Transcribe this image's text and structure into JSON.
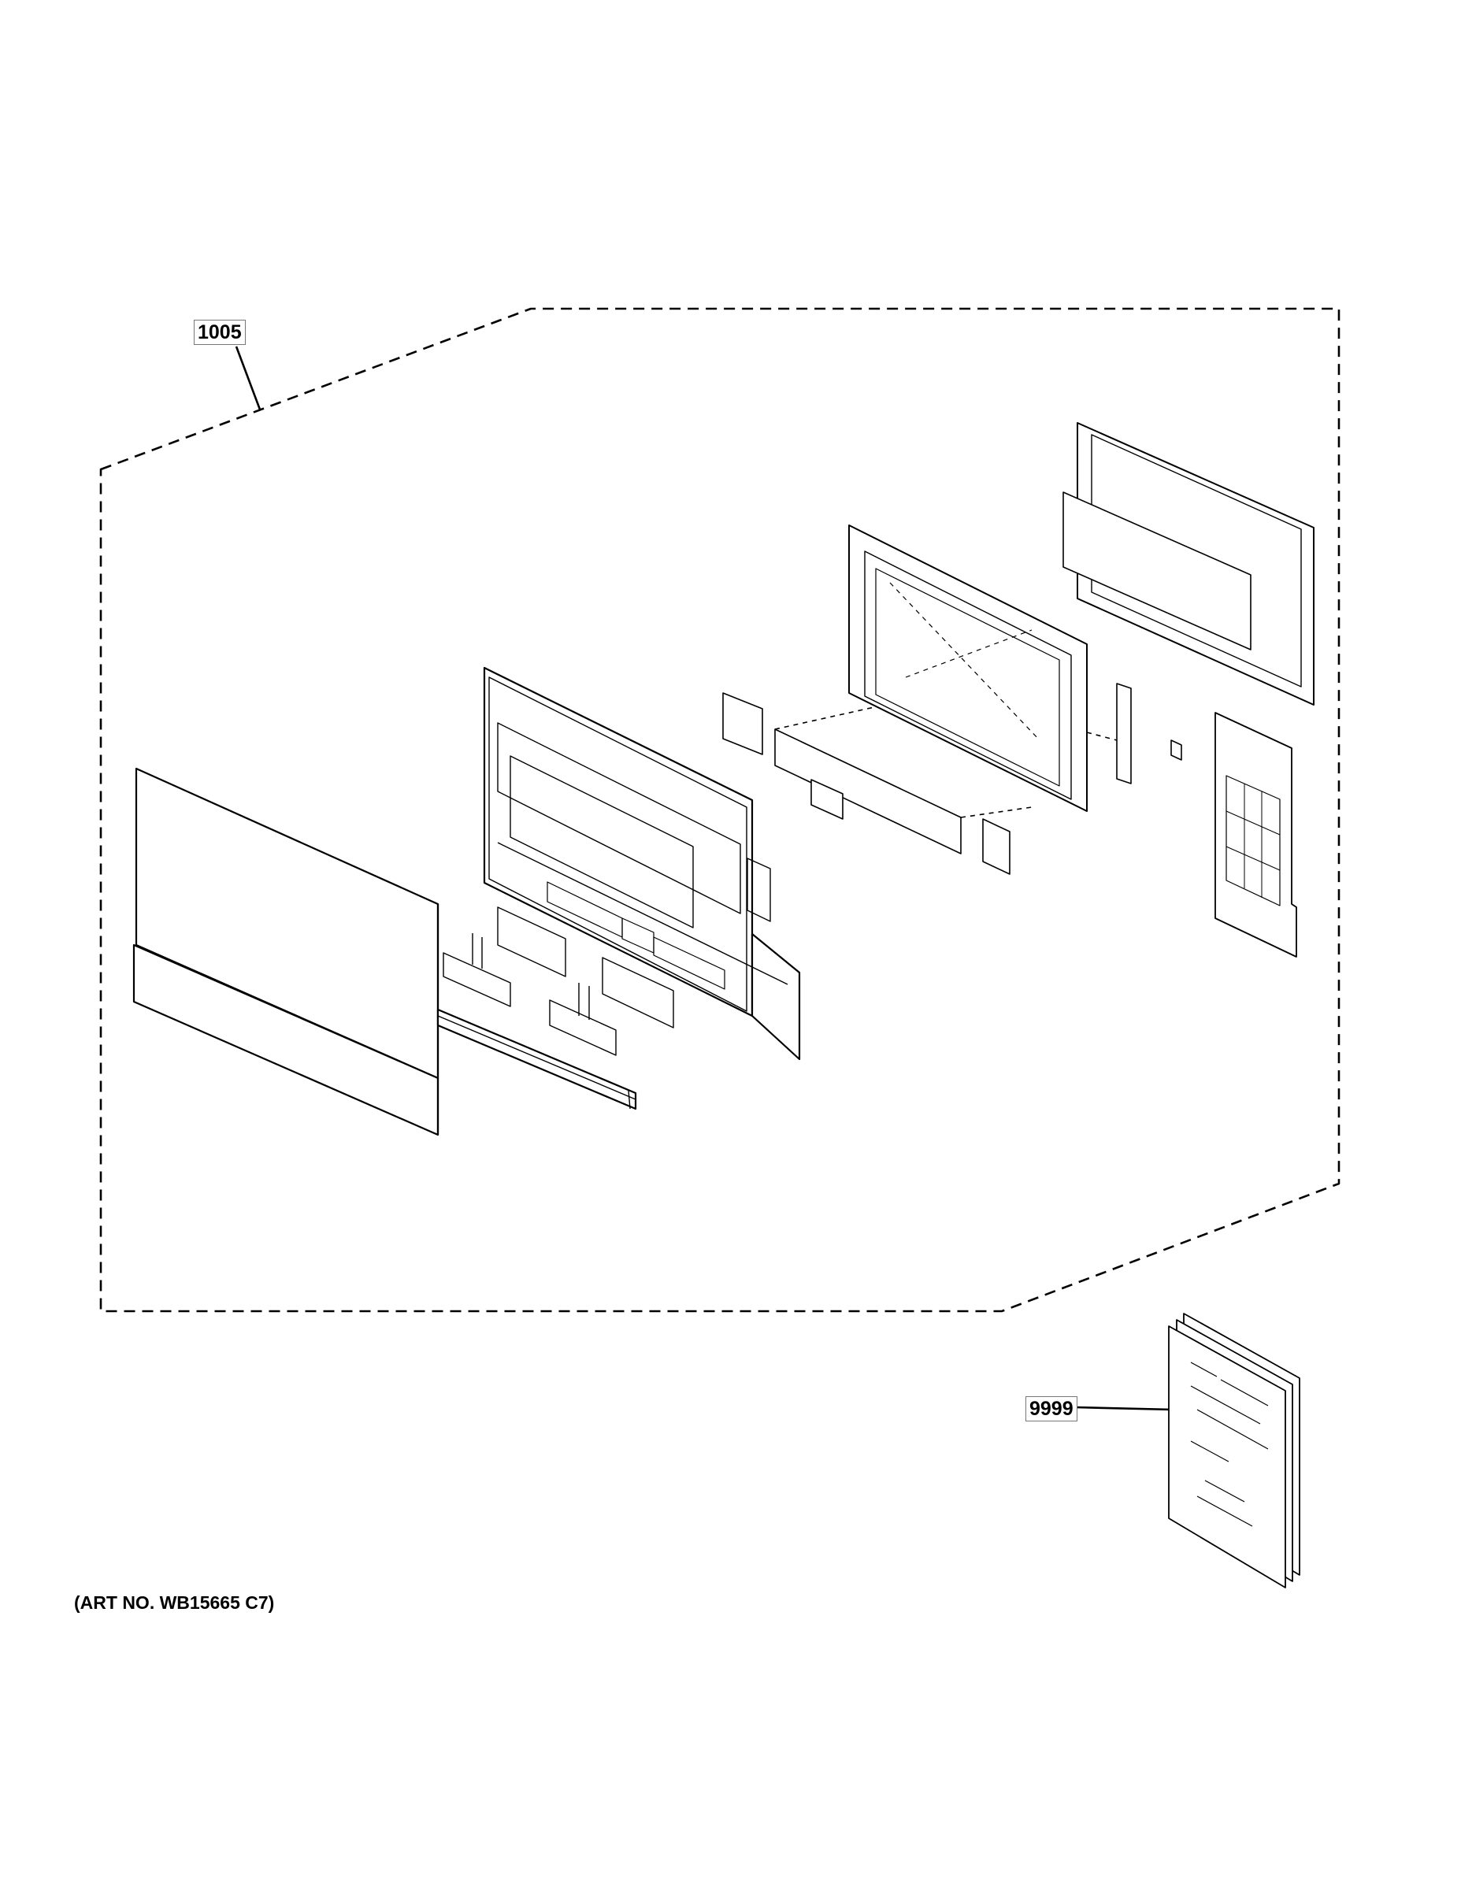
{
  "callouts": {
    "kit_label": "1005",
    "manual_label": "9999"
  },
  "footer": {
    "art_number": "(ART NO. WB15665 C7)"
  },
  "colors": {
    "line": "#000000",
    "part_fill": "#ffffff",
    "callout_border": "#777777"
  }
}
